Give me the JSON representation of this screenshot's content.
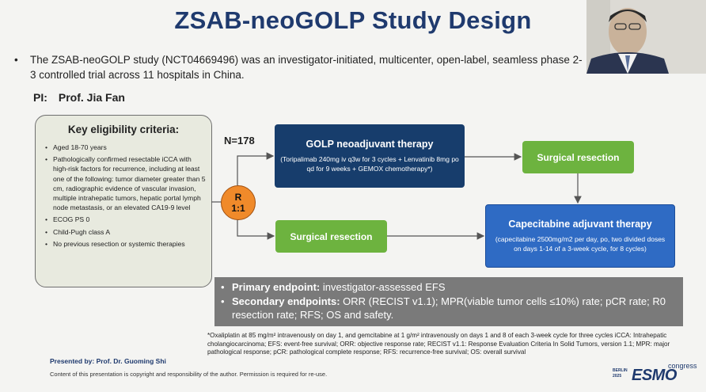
{
  "title": "ZSAB-neoGOLP Study Design",
  "intro": {
    "bullet": "•",
    "text": "The ZSAB-neoGOLP study (NCT04669496) was an investigator-initiated, multicenter, open-label, seamless phase 2-3 controlled trial across 11 hospitals in China."
  },
  "pi": {
    "label": "PI:",
    "name": "Prof. Jia Fan"
  },
  "eligibility": {
    "title": "Key eligibility criteria:",
    "items": [
      "Aged 18-70 years",
      "Pathologically confirmed resectable iCCA with high-risk factors for recurrence, including at least one of the following: tumor diameter greater than 5 cm, radiographic evidence of vascular invasion, multiple intrahepatic tumors, hepatic portal lymph node metastasis, or an elevated CA19-9 level",
      "ECOG PS 0",
      "Child-Pugh class A",
      "No previous resection or systemic therapies"
    ]
  },
  "n_label": "N=178",
  "randomization": {
    "line1": "R",
    "line2": "1:1"
  },
  "golp": {
    "title": "GOLP neoadjuvant therapy",
    "detail": "(Toripalimab 240mg iv q3w for 3 cycles + Lenvatinib 8mg po qd for 9 weeks + GEMOX chemotherapy*)"
  },
  "surgical_resection_top": "Surgical resection",
  "surgical_resection_bottom": "Surgical resection",
  "adjuvant": {
    "title": "Capecitabine adjuvant therapy",
    "detail": "(capecitabine 2500mg/m2 per day, po, two divided doses on days 1-14 of a 3-week cycle, for 8 cycles)"
  },
  "endpoints": {
    "primary_label": "Primary endpoint:",
    "primary_text": " investigator-assessed EFS",
    "secondary_label": "Secondary endpoints:",
    "secondary_text": " ORR (RECIST v1.1); MPR(viable tumor cells ≤10%) rate; pCR rate; R0 resection rate; RFS; OS and safety."
  },
  "footnote": "*Oxaliplatin at 85 mg/m² intravenously on day 1, and gemcitabine at 1 g/m² intravenously on days 1 and 8 of each 3-week cycle for three cycles iCCA: Intrahepatic cholangiocarcinoma; EFS: event-free survival; ORR: objective response rate; RECIST v1.1: Response Evaluation Criteria In Solid Tumors, version 1.1; MPR: major pathological response; pCR: pathological complete response; RFS: recurrence-free survival; OS: overall survival",
  "presented_by": "Presented by: Prof. Dr. Guoming Shi",
  "copyright": "Content of this presentation is copyright and responsibility of the author. Permission is required for re-use.",
  "logo": {
    "event": "ESMO",
    "suffix": "congress",
    "city": "BERLIN",
    "year": "2025"
  },
  "colors": {
    "title": "#1f3a6e",
    "golp": "#173d6c",
    "green": "#6db33f",
    "adjuvant": "#2f6bc4",
    "random": "#f08a2a",
    "endpoints": "#7a7a7a"
  }
}
